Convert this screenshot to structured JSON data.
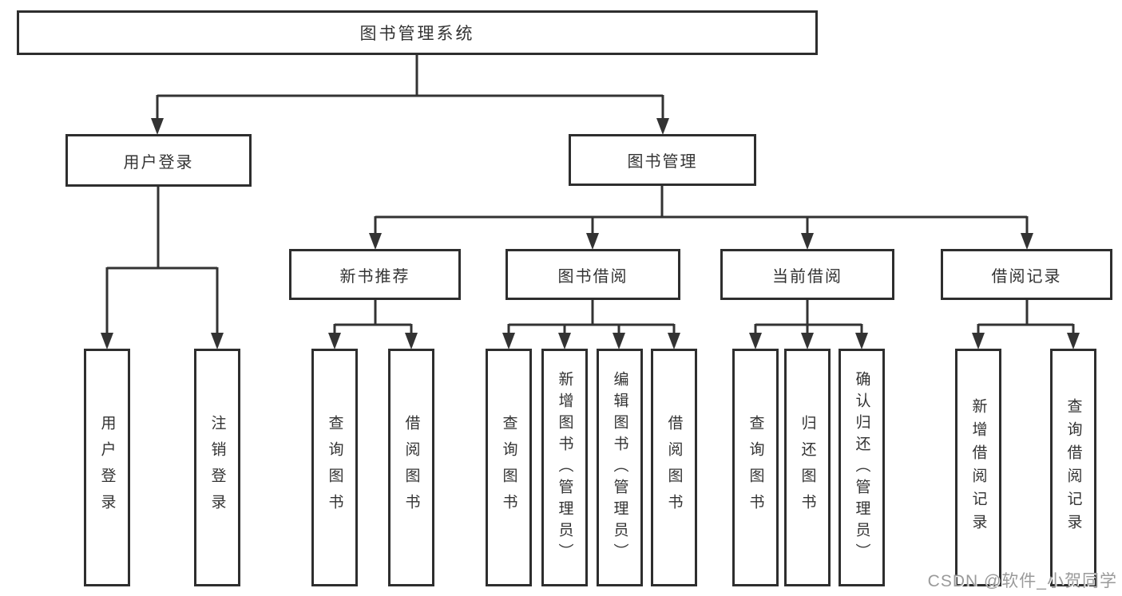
{
  "diagram": {
    "root": "图书管理系统",
    "user_login": {
      "label": "用户登录",
      "children": [
        "用户登录",
        "注销登录"
      ]
    },
    "book_mgmt": {
      "label": "图书管理",
      "sections": {
        "new_book": {
          "label": "新书推荐",
          "children": [
            "查询图书",
            "借阅图书"
          ]
        },
        "borrow": {
          "label": "图书借阅",
          "children": [
            "查询图书",
            "新增图书（管理员）",
            "编辑图书（管理员）",
            "借阅图书"
          ]
        },
        "current": {
          "label": "当前借阅",
          "children": [
            "查询图书",
            "归还图书",
            "确认归还（管理员）"
          ]
        },
        "records": {
          "label": "借阅记录",
          "children": [
            "新增借阅记录",
            "查询借阅记录"
          ]
        }
      }
    }
  },
  "watermark": "CSDN @软件_小贺同学",
  "colors": {
    "line": "#333333",
    "box_border": "#2e2e2e",
    "box_fill": "#ffffff",
    "text": "#333333",
    "watermark": "#9a9a9a",
    "background": "#ffffff"
  }
}
